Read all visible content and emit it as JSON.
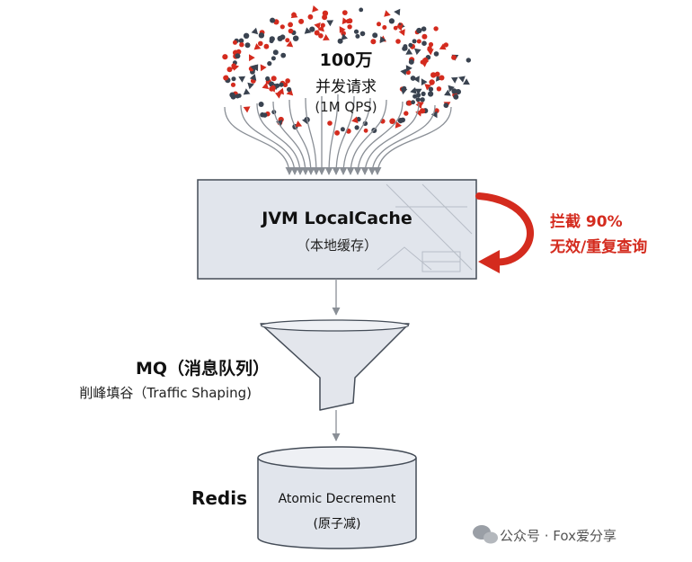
{
  "cloud": {
    "title": "100万",
    "subtitle": "并发请求",
    "qps": "(1M QPS)"
  },
  "jvm_cache": {
    "title": "JVM LocalCache",
    "subtitle": "（本地缓存）"
  },
  "intercept": {
    "line1": "拦截 90%",
    "line2": "无效/重复查询"
  },
  "mq": {
    "title": "MQ（消息队列）",
    "subtitle": "削峰填谷（Traffic Shaping)"
  },
  "redis": {
    "title": "Redis",
    "operation": "Atomic Decrement",
    "operation_cn": "(原子减)"
  },
  "watermark": {
    "text": "公众号 · Fox爱分享"
  },
  "colors": {
    "red": "#d42b1e",
    "dark": "#3a4350",
    "box_fill": "#e1e5ec",
    "box_stroke": "#444c57",
    "funnel_fill": "#e3e6ec"
  }
}
